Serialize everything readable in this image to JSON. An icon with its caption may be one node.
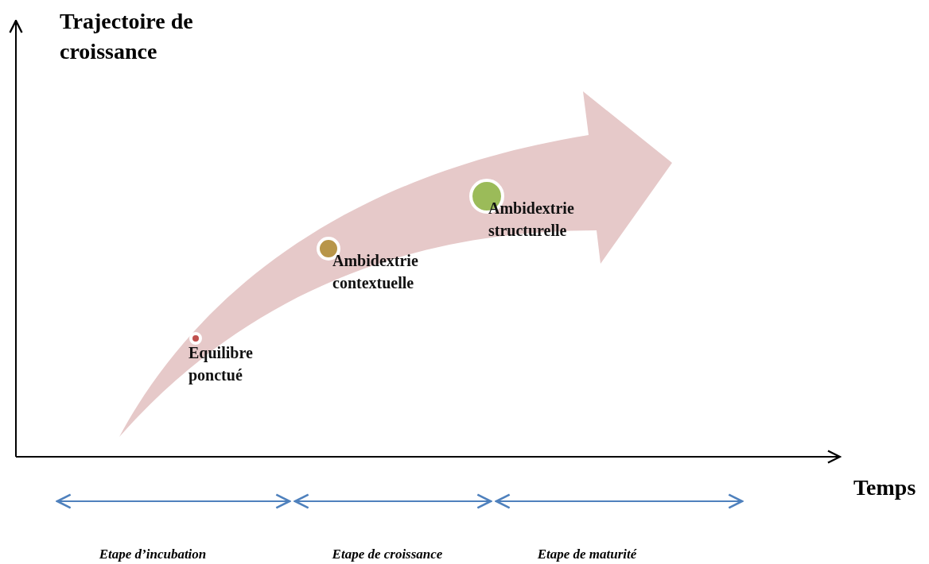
{
  "diagram": {
    "nodes": [
      {
        "text": [
          "Equilibre ponctué"
        ]
      },
      {
        "text": [
          "Ambidextrie contextuelle"
        ]
      },
      {
        "text": [
          "Ambidextrie structurelle"
        ]
      }
    ],
    "labels": [
      "Trajectoire de croissance",
      "Temps",
      "Etape d’incubation",
      "Etape de croissance",
      "Etape de maturité"
    ]
  }
}
